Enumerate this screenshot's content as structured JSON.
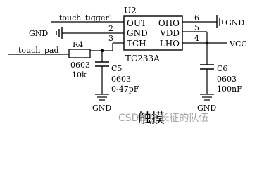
{
  "chip": {
    "ref": "U2",
    "part": "TC233A",
    "left_pins": [
      {
        "name": "OUT",
        "num": "1"
      },
      {
        "name": "GND",
        "num": "2"
      },
      {
        "name": "TCH",
        "num": "3"
      }
    ],
    "right_pins": [
      {
        "name": "OHO",
        "num": "6"
      },
      {
        "name": "VDD",
        "num": "5"
      },
      {
        "name": "LHO",
        "num": "4"
      }
    ]
  },
  "nets": {
    "touch_tigger": "touch_tigger",
    "gnd_left": "GND",
    "touch_pad": "touch_pad",
    "gnd_right": "GND",
    "vcc": "VCC"
  },
  "components": {
    "r4": {
      "ref": "R4",
      "package": "0603",
      "value": "10k"
    },
    "c5": {
      "ref": "C5",
      "package": "0603",
      "value": "0-47pF",
      "gnd": "GND"
    },
    "c6": {
      "ref": "C6",
      "package": "0603",
      "value": "100nF",
      "gnd": "GND"
    }
  },
  "caption": {
    "title": "触摸",
    "watermark": "CSDN @长征的队伍"
  }
}
